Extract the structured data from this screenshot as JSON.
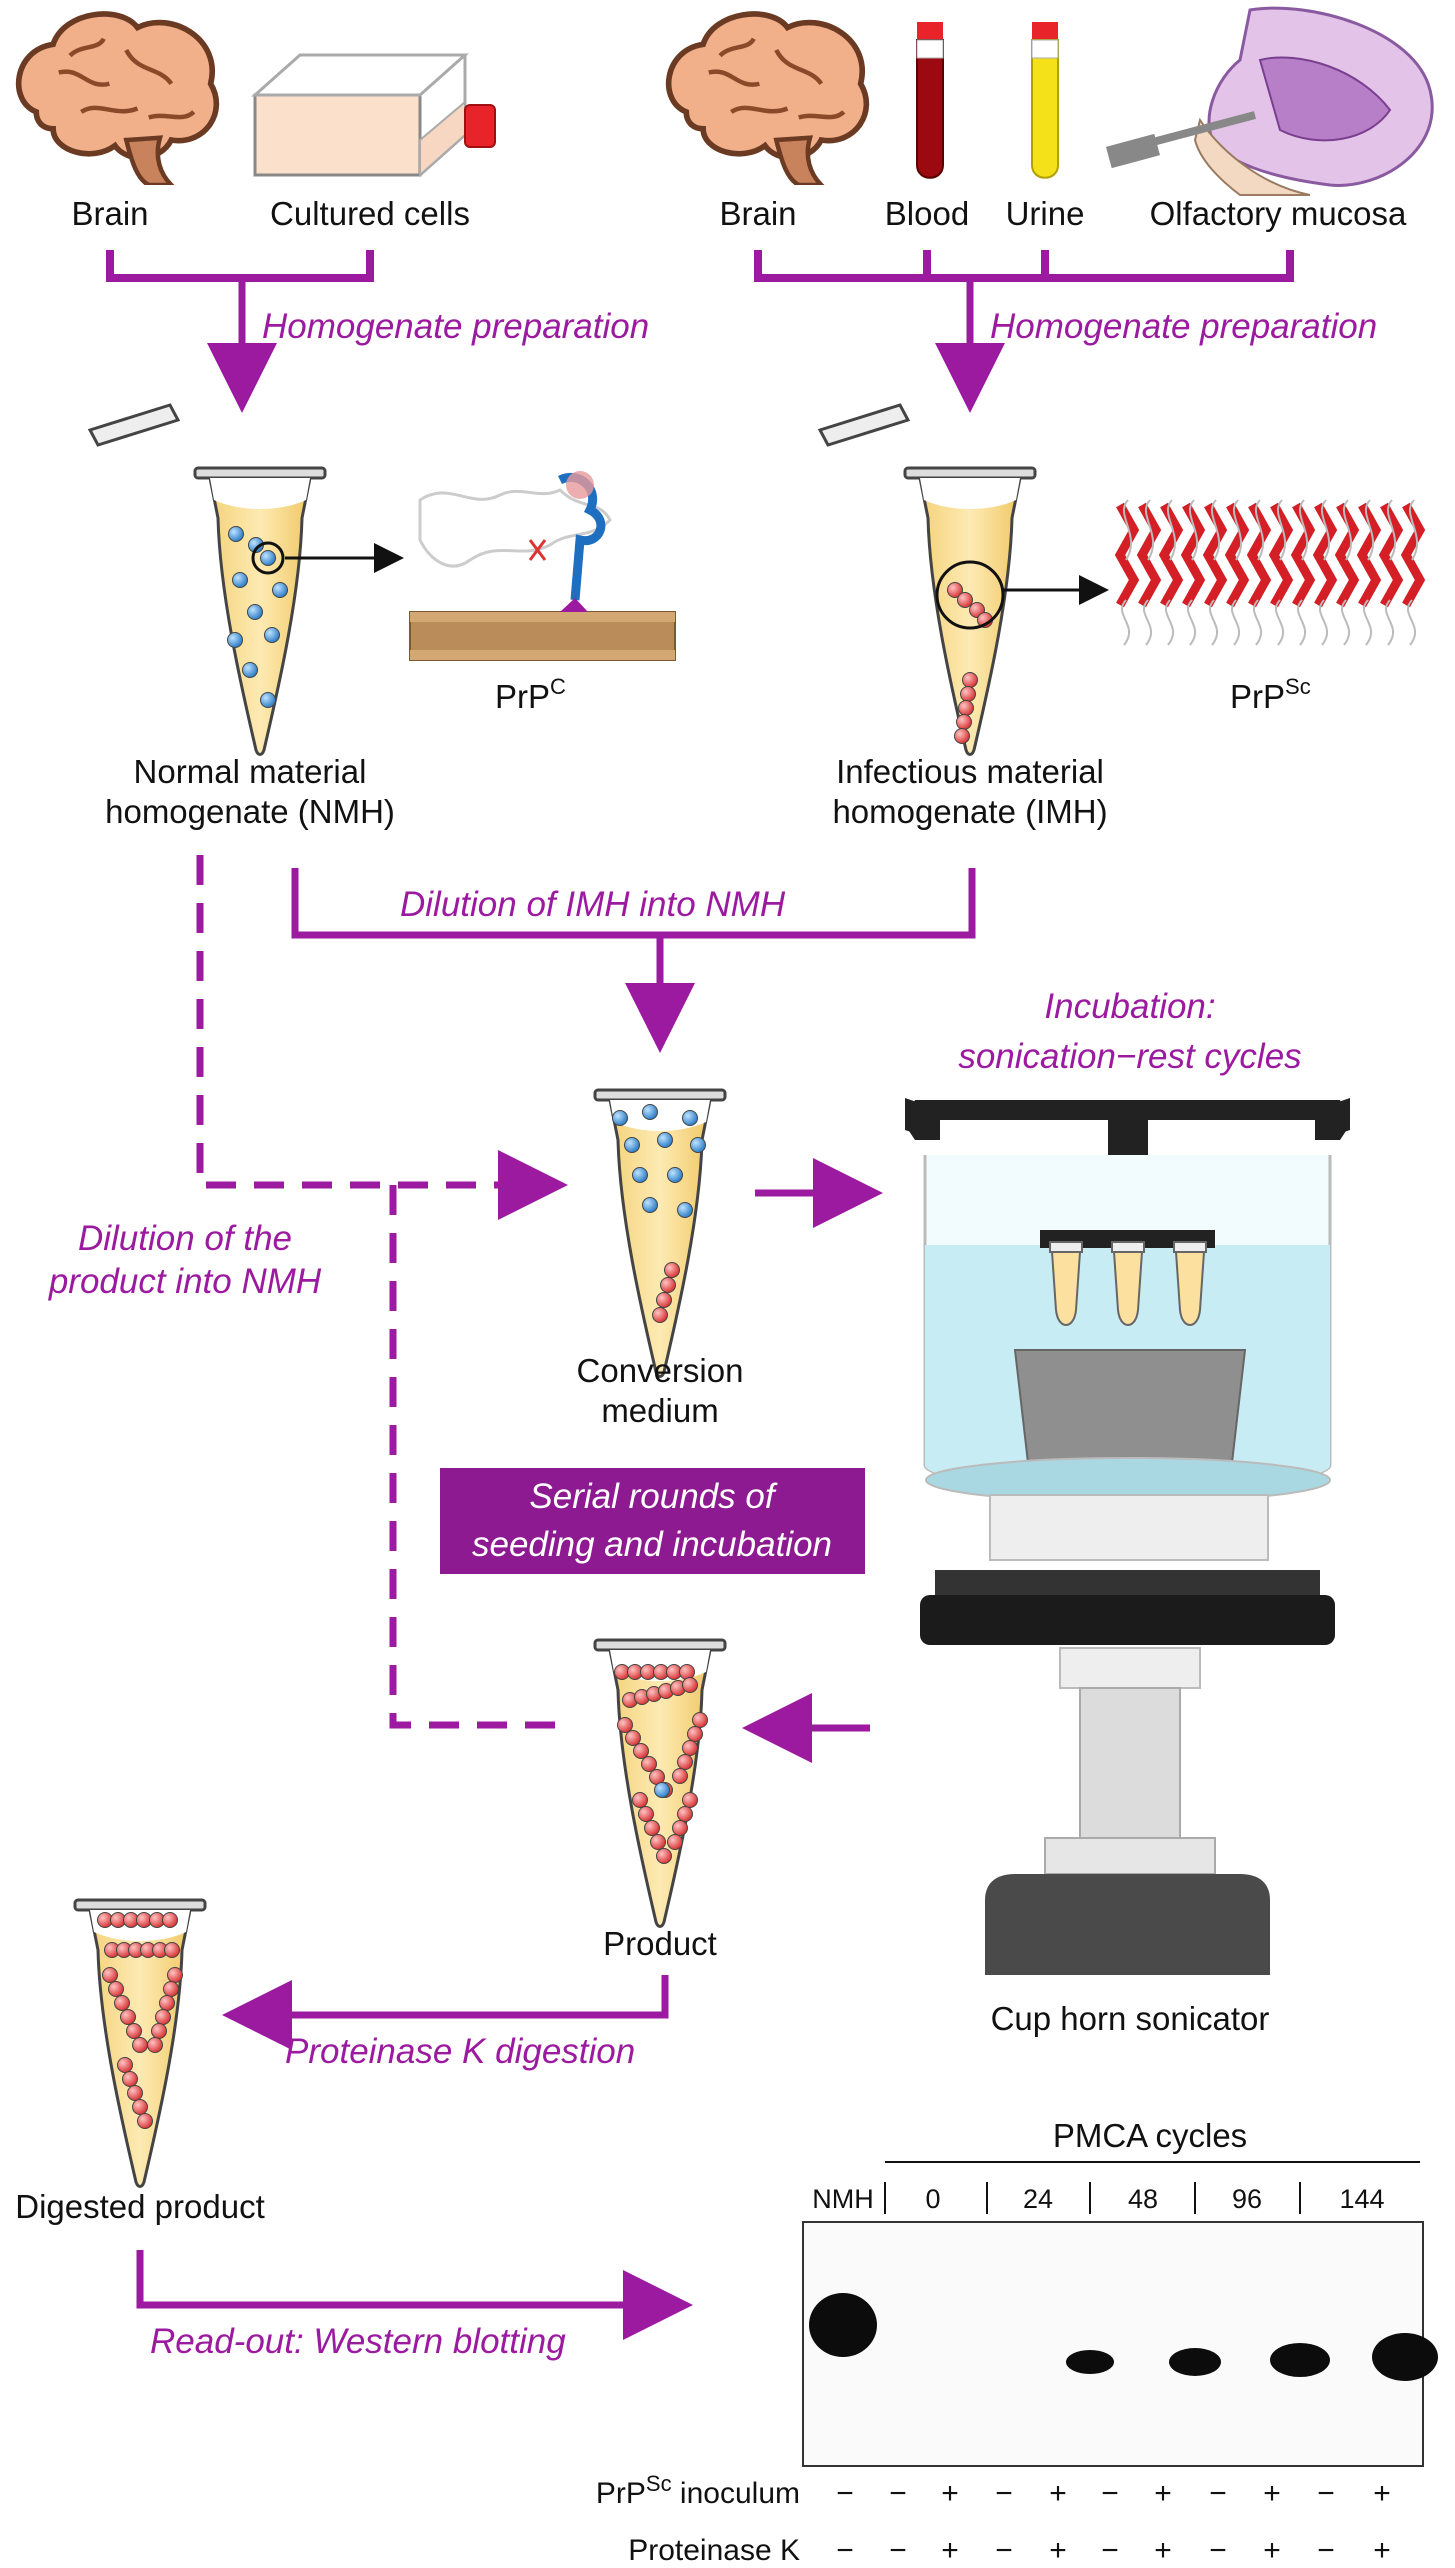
{
  "sources_left": {
    "brain": "Brain",
    "cultured_cells": "Cultured cells",
    "step": "Homogenate preparation"
  },
  "sources_right": {
    "brain": "Brain",
    "blood": "Blood",
    "urine": "Urine",
    "olfactory": "Olfactory mucosa",
    "step": "Homogenate preparation"
  },
  "nmh": {
    "line1": "Normal material",
    "line2": "homogenate (NMH)",
    "protein": "PrP",
    "protein_sup": "C"
  },
  "imh": {
    "line1": "Infectious material",
    "line2": "homogenate (IMH)",
    "protein": "PrP",
    "protein_sup": "Sc"
  },
  "steps": {
    "dilution_imh": "Dilution of IMH into NMH",
    "incubation_1": "Incubation:",
    "incubation_2": "sonication−rest cycles",
    "dilution_product_1": "Dilution of the",
    "dilution_product_2": "product into NMH",
    "serial_1": "Serial rounds of",
    "serial_2": "seeding and incubation",
    "pk": "Proteinase K digestion",
    "readout": "Read-out: Western blotting"
  },
  "tubes": {
    "conversion_1": "Conversion",
    "conversion_2": "medium",
    "product": "Product",
    "digested": "Digested product",
    "sonicator": "Cup horn sonicator"
  },
  "blot": {
    "header": "PMCA cycles",
    "lanes": [
      "NMH",
      "0",
      "24",
      "48",
      "96",
      "144"
    ],
    "row1_label": "PrP",
    "row1_sup": "Sc",
    "row1_suffix": " inoculum",
    "row2_label": "Proteinase K",
    "row1_signs": [
      "−",
      "−",
      "+",
      "−",
      "+",
      "−",
      "+",
      "−",
      "+",
      "−",
      "+"
    ],
    "row2_signs": [
      "−",
      "−",
      "+",
      "−",
      "+",
      "−",
      "+",
      "−",
      "+",
      "−",
      "+"
    ]
  },
  "colors": {
    "accent": "#9b1aa0",
    "tube_fill": "#fbe3a0",
    "prpc_dot": "#3b8fd6",
    "prpsc_dot": "#e84a4a"
  }
}
